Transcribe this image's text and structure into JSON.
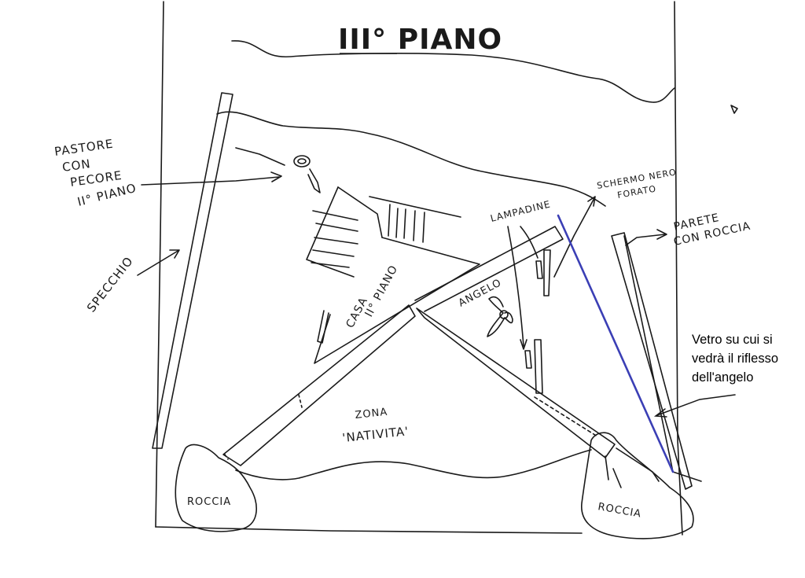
{
  "title": "III° PIANO",
  "labels": {
    "pastore_line1": "PASTORE",
    "pastore_line2": "CON",
    "pastore_line3": "PECORE",
    "pastore_line4": "II° PIANO",
    "specchio": "SPECCHIO",
    "casa": "CASA",
    "casa_piano": "II° PIANO",
    "lampadine": "LAMPADINE",
    "schermo_line1": "SCHERMO NERO",
    "schermo_line2": "FORATO",
    "parete_line1": "PARETE",
    "parete_line2": "CON ROCCIA",
    "angelo": "ANGELO",
    "zona_line1": "ZONA",
    "zona_line2": "'NATIVITA'",
    "roccia_left": "ROCCIA",
    "roccia_right": "ROCCIA"
  },
  "annotation": {
    "line1": "Vetro su cui si",
    "line2": "vedrà il riflesso",
    "line3": "dell'angelo"
  },
  "colors": {
    "ink": "#1a1a1a",
    "glass": "#3b3fb5",
    "paper": "#ffffff"
  }
}
